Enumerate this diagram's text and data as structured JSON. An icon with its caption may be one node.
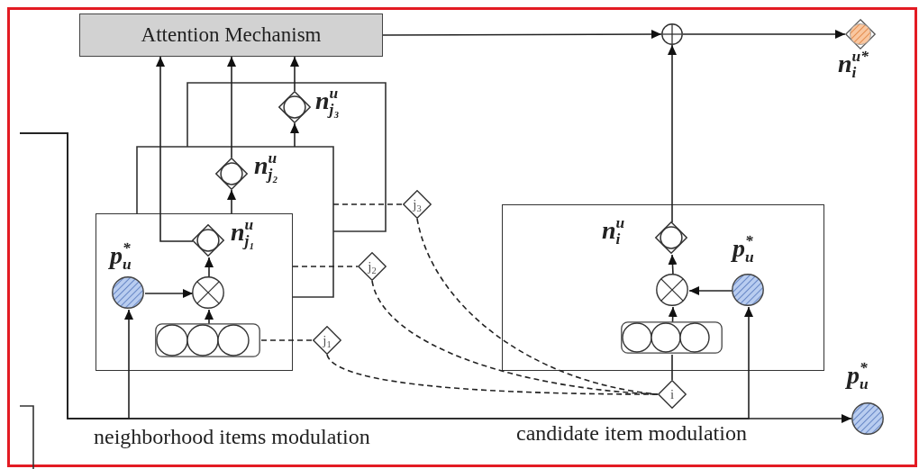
{
  "diagram": {
    "nodes": [
      {
        "text": [
          "Attention Mechanism"
        ]
      },
      {
        "text": [],
        "shape": "circle"
      },
      {
        "text": [],
        "shape": "diamond",
        "beside": [
          "n$^{u*}$$_{i}$"
        ]
      },
      {
        "text": [],
        "shape": "diamond",
        "beside": [
          "n$^{u}$$_{j₃}$"
        ]
      },
      {
        "text": [],
        "shape": "diamond",
        "beside": [
          "n$^{u}$$_{j₂}$"
        ]
      },
      {
        "text": [
          "j$_{3}$"
        ]
      },
      {
        "text": [],
        "shape": "box"
      },
      {
        "text": [],
        "shape": "diamond",
        "beside": [
          "n$^{u}$$_{j₁}$"
        ],
        "in": 6
      },
      {
        "text": [],
        "shape": "circle",
        "beside": [
          "p$_{u}$$^{*}$"
        ],
        "in": 6
      },
      {
        "text": [],
        "shape": "circle",
        "in": 6
      },
      {
        "text": [],
        "shape": "bar",
        "in": 6
      },
      {
        "text": [
          "j$_{2}$"
        ]
      },
      {
        "text": [
          "j$_{1}$"
        ]
      },
      {
        "text": [],
        "shape": "box"
      },
      {
        "text": [],
        "shape": "diamond",
        "beside": [
          "n$^{u}$$_{i}$"
        ],
        "in": 13
      },
      {
        "text": [],
        "shape": "circle",
        "beside": [
          "p$_{u}$$^{*}$"
        ],
        "in": 13
      },
      {
        "text": [],
        "shape": "circle",
        "in": 13
      },
      {
        "text": [],
        "shape": "bar",
        "in": 13
      },
      {
        "text": [
          "i"
        ]
      },
      {
        "text": [],
        "shape": "circle",
        "beside": [
          "p$_{u}$$^{*}$"
        ]
      }
    ],
    "edges": [
      {
        "from": 0,
        "to": 1,
        "arrow": "to"
      },
      {
        "from": 1,
        "to": 2,
        "arrow": "to"
      },
      {
        "from": 14,
        "to": 1,
        "arrow": "to"
      },
      {
        "from": 7,
        "to": 0,
        "arrow": "to"
      },
      {
        "from": 4,
        "to": 0,
        "arrow": "to"
      },
      {
        "from": 3,
        "to": 0,
        "arrow": "to"
      },
      {
        "from": 9,
        "to": 7,
        "arrow": "to"
      },
      {
        "from": 8,
        "to": 9,
        "arrow": "to"
      },
      {
        "from": 10,
        "to": 9,
        "arrow": "to"
      },
      {
        "from": 6,
        "to": 4,
        "arrow": "to"
      },
      {
        "from": null,
        "to": 3,
        "arrow": "to"
      },
      {
        "from": 10,
        "to": 12,
        "arrow": "none",
        "style": "dashed"
      },
      {
        "from": 6,
        "to": 11,
        "arrow": "none",
        "style": "dashed"
      },
      {
        "from": null,
        "to": 5,
        "arrow": "none",
        "style": "dashed"
      },
      {
        "from": 12,
        "to": 18,
        "arrow": "none",
        "style": "dashed"
      },
      {
        "from": 11,
        "to": 18,
        "arrow": "none",
        "style": "dashed"
      },
      {
        "from": 5,
        "to": 18,
        "arrow": "none",
        "style": "dashed"
      },
      {
        "from": 18,
        "to": 17,
        "arrow": "none"
      },
      {
        "from": 17,
        "to": 16,
        "arrow": "to"
      },
      {
        "from": 16,
        "to": 14,
        "arrow": "to"
      },
      {
        "from": 15,
        "to": 16,
        "arrow": "to"
      },
      {
        "from": null,
        "to": 8,
        "arrow": "to"
      },
      {
        "from": null,
        "to": 15,
        "arrow": "to"
      },
      {
        "from": null,
        "to": 19,
        "arrow": "to"
      }
    ],
    "labels": [
      "neighborhood items modulation",
      "candidate item modulation"
    ]
  }
}
